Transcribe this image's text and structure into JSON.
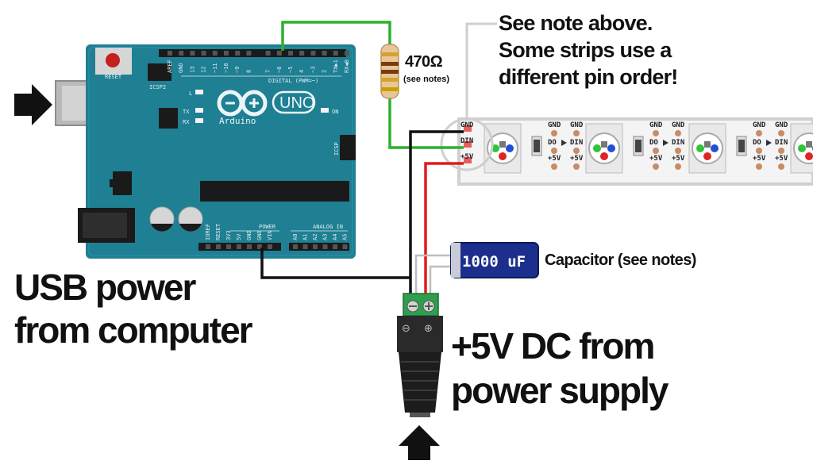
{
  "labels": {
    "usb_line1": "USB power",
    "usb_line2": "from computer",
    "psu_line1": "+5V DC from",
    "psu_line2": "power supply",
    "note_line1": "See note above.",
    "note_line2": "Some strips use a",
    "note_line3": "different pin order!",
    "resistor_value": "470Ω",
    "resistor_note": "(see notes)",
    "capacitor_value": "1000 uF",
    "capacitor_label": "Capacitor (see notes)"
  },
  "arduino": {
    "brand": "Arduino",
    "model": "UNO",
    "reset": "RESET",
    "icsp2": "ICSP2",
    "icsp": "ICSP",
    "led_l": "L",
    "led_tx": "TX",
    "led_rx": "RX",
    "led_on": "ON",
    "digital_header": "DIGITAL (PWM=~)",
    "power_header": "POWER",
    "analog_header": "ANALOG IN",
    "digital_pins": [
      "AREF",
      "GND",
      "13",
      "12",
      "~11",
      "~10",
      "~9",
      "8",
      "7",
      "~6",
      "~5",
      "4",
      "~3",
      "2",
      "TX▶1",
      "RX◀0"
    ],
    "power_pins": [
      "IOREF",
      "RESET",
      "3V3",
      "5V",
      "GND",
      "GND",
      "VIN"
    ],
    "analog_pins": [
      "A0",
      "A1",
      "A2",
      "A3",
      "A4",
      "A5"
    ]
  },
  "strip": {
    "pin_gnd": "GND",
    "pin_din": "DIN",
    "pin_5v": "+5V",
    "pin_do": "DO"
  },
  "psu": {
    "minus": "⊖",
    "plus": "⊕"
  },
  "colors": {
    "board": "#1f7f93",
    "wire_data": "#2db02d",
    "wire_gnd": "#111111",
    "wire_power": "#e01b1b",
    "capacitor": "#1c2f8c",
    "terminal": "#2f9e4f",
    "strip_bg": "#f4f4f4"
  }
}
